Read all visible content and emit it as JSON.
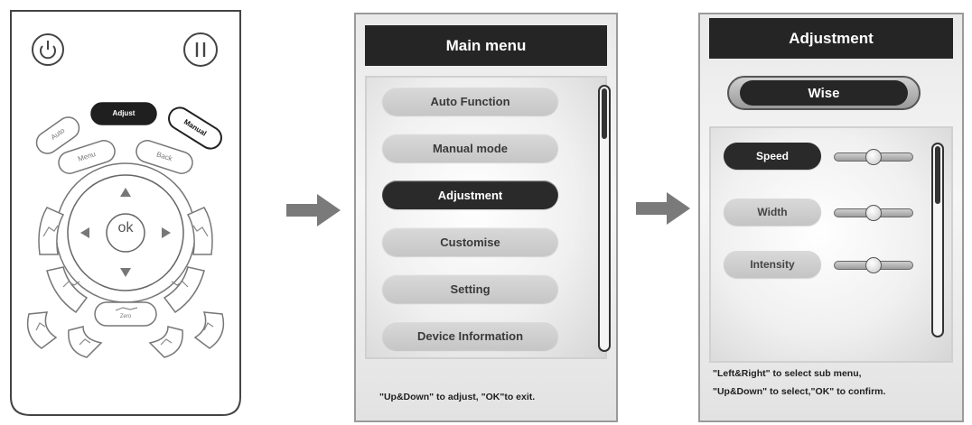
{
  "remote": {
    "buttons": {
      "auto": "Auto",
      "adjust": "Adjust",
      "manual": "Manual",
      "menu": "Menu",
      "back": "Back",
      "ok": "ok",
      "zero": "Zero"
    },
    "icons": [
      "power-icon",
      "pause-icon",
      "arrow-up-icon",
      "arrow-down-icon",
      "arrow-left-icon",
      "arrow-right-icon"
    ]
  },
  "main_menu": {
    "title": "Main menu",
    "items": [
      {
        "label": "Auto Function",
        "active": false
      },
      {
        "label": "Manual mode",
        "active": false
      },
      {
        "label": "Adjustment",
        "active": true
      },
      {
        "label": "Customise",
        "active": false
      },
      {
        "label": "Setting",
        "active": false
      },
      {
        "label": "Device Information",
        "active": false
      }
    ],
    "hint": "\"Up&Down\" to adjust, \"OK\"to exit."
  },
  "adjustment": {
    "title": "Adjustment",
    "mode": "Wise",
    "params": [
      {
        "label": "Speed",
        "active": true,
        "level": 0.5
      },
      {
        "label": "Width",
        "active": false,
        "level": 0.5
      },
      {
        "label": "Intensity",
        "active": false,
        "level": 0.5
      }
    ],
    "hint_line1": "\"Left&Right\" to select sub menu,",
    "hint_line2": "\"Up&Down\" to select,\"OK\" to confirm."
  },
  "colors": {
    "dark": "#252525",
    "pill": "#c8c8c8",
    "arrow": "#7a7a7a"
  }
}
